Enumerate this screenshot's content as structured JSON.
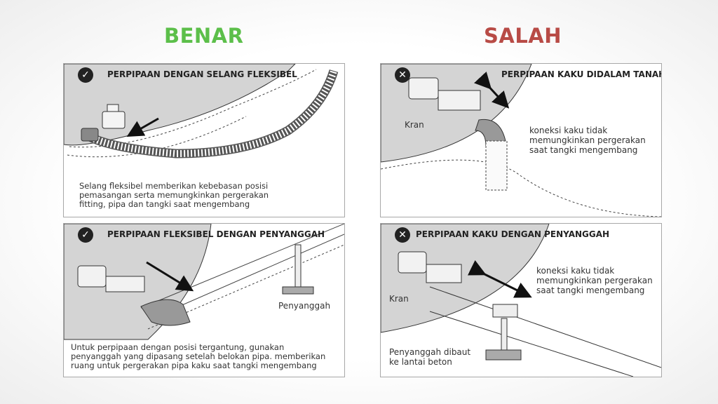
{
  "headings": {
    "correct": {
      "text": "BENAR",
      "color": "#5cbf4a"
    },
    "wrong": {
      "text": "SALAH",
      "color": "#b84b46"
    }
  },
  "panels": [
    {
      "status": "correct",
      "badge_icon": "check-circle-icon",
      "badge_glyph": "✓",
      "title": "PERPIPAAN DENGAN SELANG FLEKSIBEL",
      "caption": "Selang fleksibel memberikan kebebasan posisi\npemasangan serta memungkinkan pergerakan\nfitting, pipa dan tangki saat mengembang",
      "labels": []
    },
    {
      "status": "correct",
      "badge_icon": "check-circle-icon",
      "badge_glyph": "✓",
      "title": "PERPIPAAN FLEKSIBEL DENGAN PENYANGGAH",
      "caption": "Untuk perpipaan dengan posisi tergantung, gunakan\npenyanggah yang dipasang setelah belokan pipa. memberikan\nruang untuk pergerakan pipa kaku saat tangki mengembang",
      "labels": [
        "Penyanggah"
      ]
    },
    {
      "status": "wrong",
      "badge_icon": "x-circle-icon",
      "badge_glyph": "✕",
      "title": "PERPIPAAN KAKU DIDALAM TANAH",
      "caption": "",
      "labels": [
        "Kran",
        "koneksi kaku tidak\nmemungkinkan pergerakan\nsaat tangki mengembang"
      ]
    },
    {
      "status": "wrong",
      "badge_icon": "x-circle-icon",
      "badge_glyph": "✕",
      "title": "PERPIPAAN KAKU DENGAN PENYANGGAH",
      "caption": "",
      "labels": [
        "Kran",
        "koneksi kaku tidak\nmemungkinkan pergerakan\nsaat tangki mengembang",
        "Penyanggah dibaut\nke lantai beton"
      ]
    }
  ]
}
